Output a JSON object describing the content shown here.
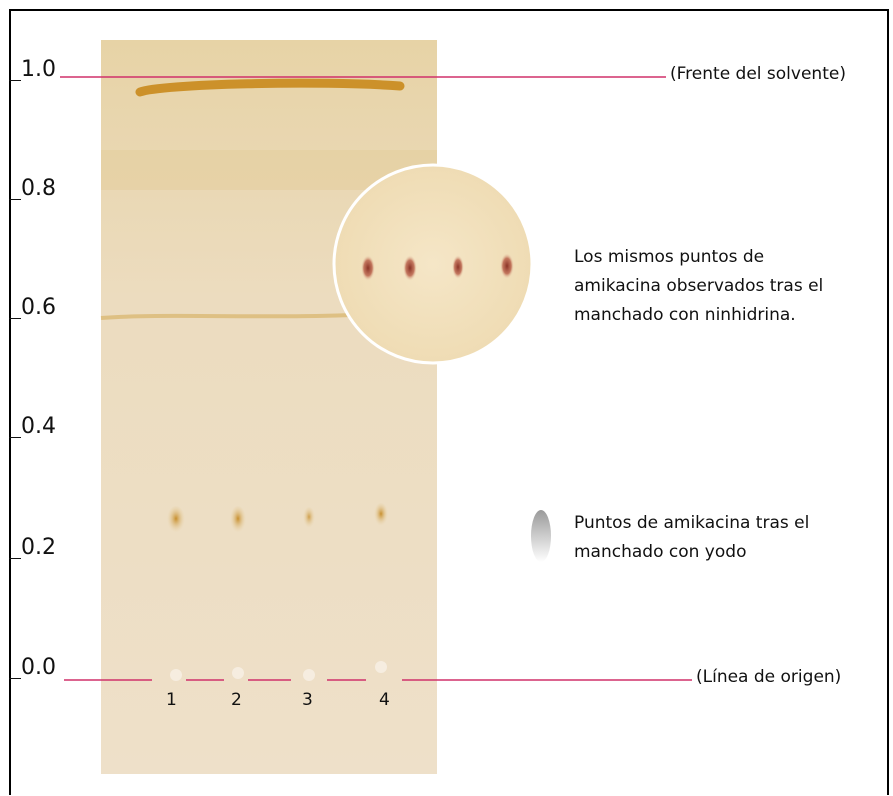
{
  "scale_ticks": [
    "1.0",
    "0.8",
    "0.6",
    "0.4",
    "0.2",
    "0.0"
  ],
  "labels": {
    "solvent_front": "(Frente del solvente)",
    "origin_line": "(Línea de origen)",
    "ninhydrin": "Los mismos puntos de amikacina observados tras el manchado con ninhidrina.",
    "iodine": "Puntos de amikacina tras el manchado con yodo"
  },
  "lanes": [
    "1",
    "2",
    "3",
    "4"
  ],
  "colors": {
    "marker_line": "#d0306a",
    "plate": "#ecdcc0",
    "iodine_spot": "#c99a3a",
    "ninhydrin_spot": "#a84a3a",
    "front_band": "#d9a23a"
  }
}
